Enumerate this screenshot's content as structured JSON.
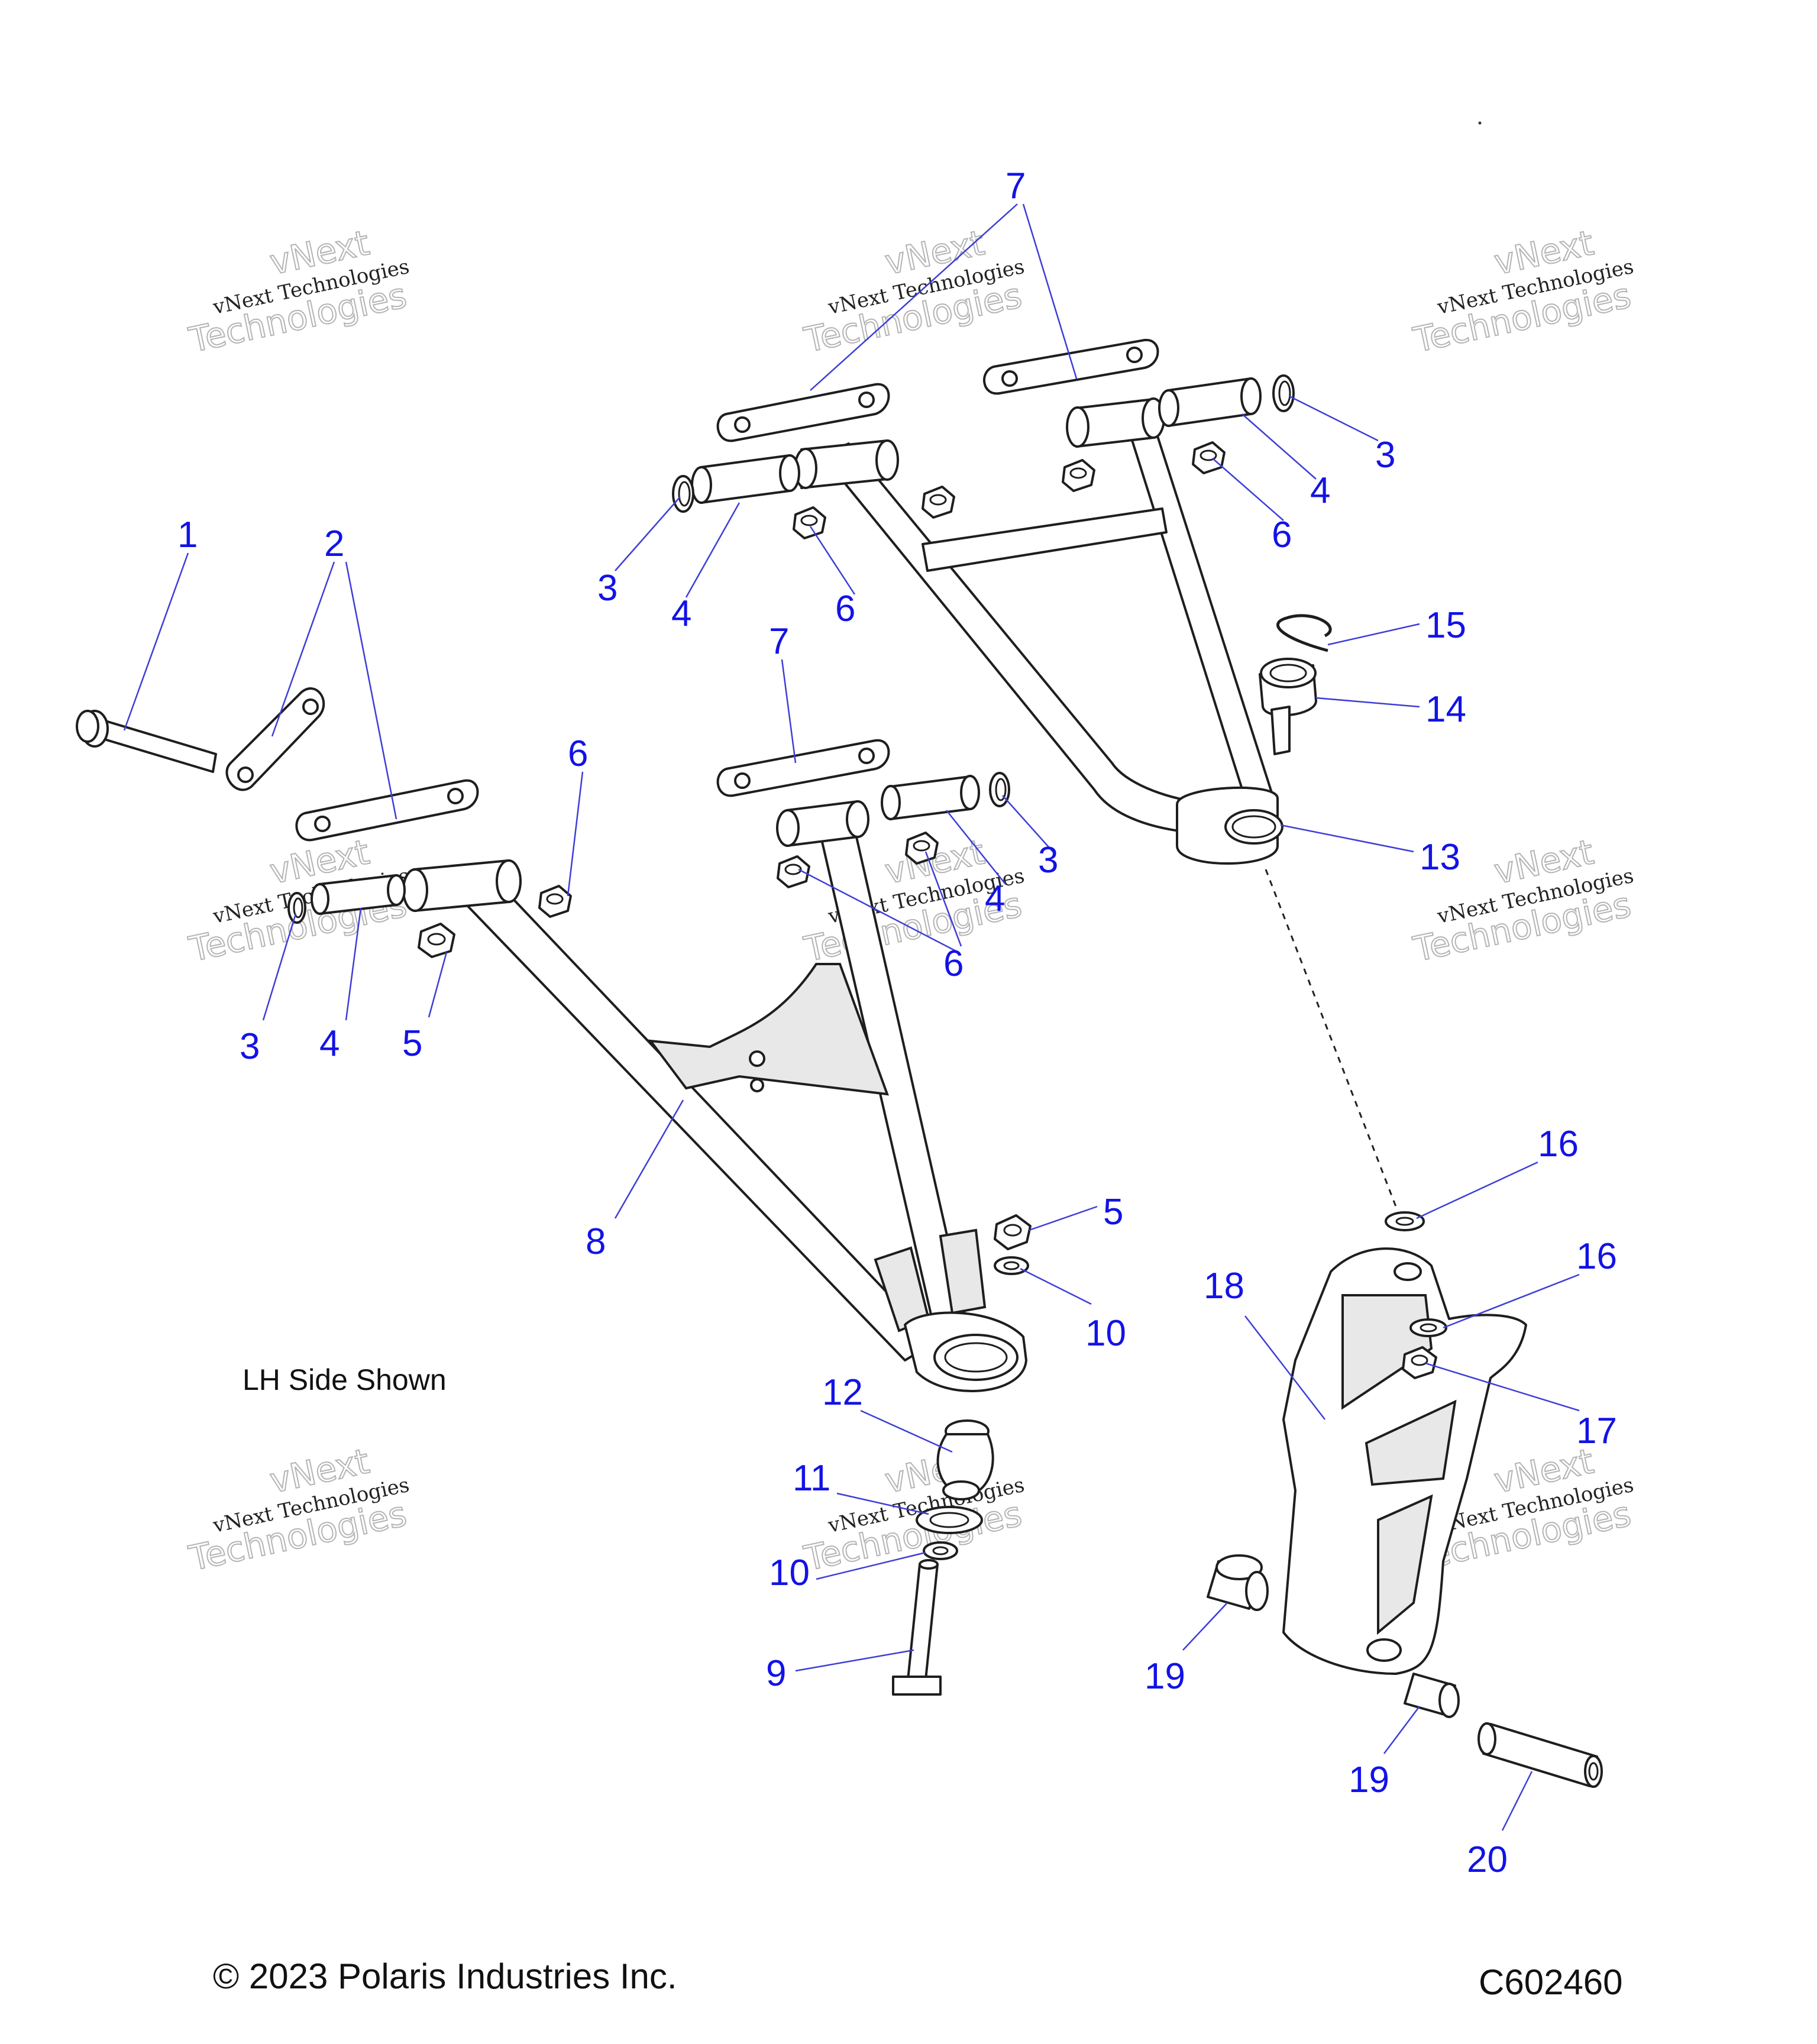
{
  "callouts": {
    "c1": "1",
    "c2": "2",
    "c3a": "3",
    "c3b": "3",
    "c3c": "3",
    "c3d": "3",
    "c4a": "4",
    "c4b": "4",
    "c4c": "4",
    "c4d": "4",
    "c5a": "5",
    "c5b": "5",
    "c6a": "6",
    "c6b": "6",
    "c6c": "6",
    "c6d": "6",
    "c7a": "7",
    "c7b": "7",
    "c8": "8",
    "c9": "9",
    "c10a": "10",
    "c10b": "10",
    "c11": "11",
    "c12": "12",
    "c13": "13",
    "c14": "14",
    "c15": "15",
    "c16a": "16",
    "c16b": "16",
    "c17": "17",
    "c18": "18",
    "c19a": "19",
    "c19b": "19",
    "c20": "20"
  },
  "caption": "LH Side Shown",
  "copyright": "© 2023 Polaris Industries Inc.",
  "diagram_id": "C602460",
  "watermark": {
    "line1": "vNext",
    "line2": "vNext Technologies",
    "line3": "Technologies"
  },
  "colors": {
    "callout": "#1212e6",
    "leader": "#3d3dd8",
    "outline": "#1e1e1e"
  }
}
